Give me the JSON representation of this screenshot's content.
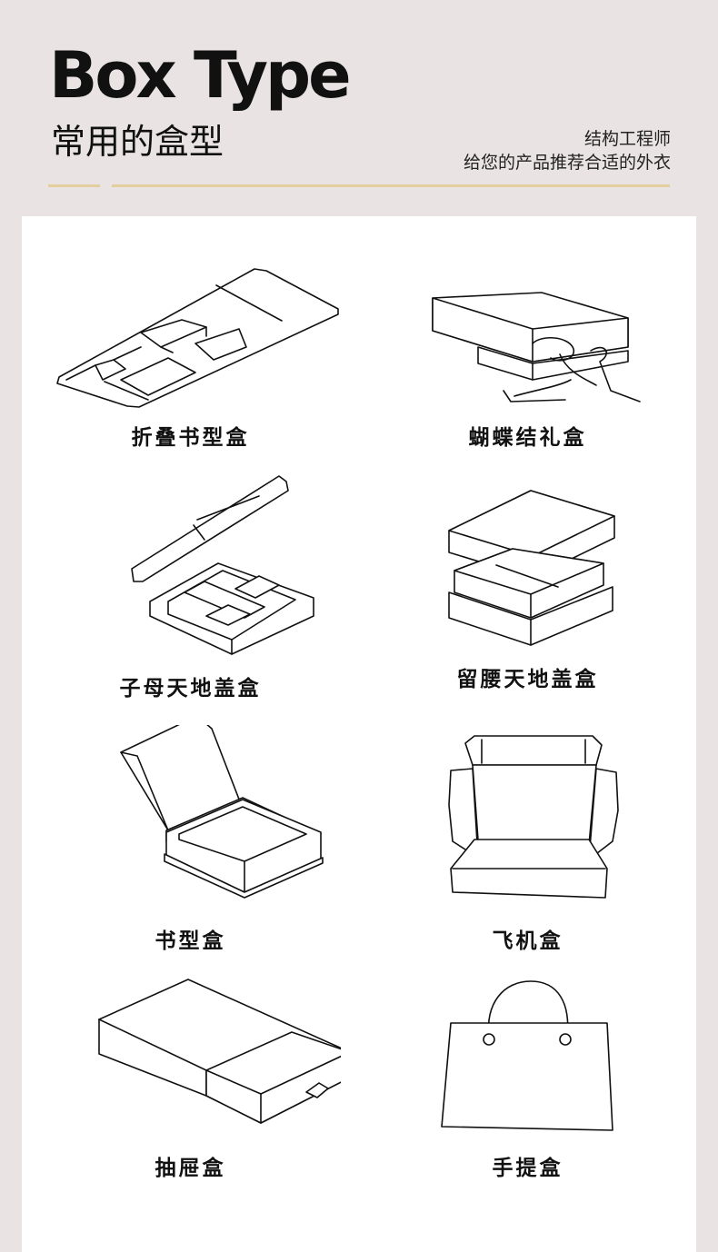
{
  "header": {
    "title": "Box Type",
    "subtitle": "常用的盒型",
    "tagline_line1": "结构工程师",
    "tagline_line2": "给您的产品推荐合适的外衣"
  },
  "boxes": [
    {
      "label": "折叠书型盒",
      "icon": "folding-book-box-icon"
    },
    {
      "label": "蝴蝶结礼盒",
      "icon": "bow-gift-box-icon"
    },
    {
      "label": "子母天地盖盒",
      "icon": "tray-lid-box-icon"
    },
    {
      "label": "留腰天地盖盒",
      "icon": "waist-lid-box-icon"
    },
    {
      "label": "书型盒",
      "icon": "book-box-icon"
    },
    {
      "label": "飞机盒",
      "icon": "mailer-box-icon"
    },
    {
      "label": "抽屉盒",
      "icon": "drawer-box-icon"
    },
    {
      "label": "手提盒",
      "icon": "handbag-box-icon"
    }
  ],
  "colors": {
    "background": "#e9e3e3",
    "accent_rule": "#e3cf9e",
    "panel": "#ffffff",
    "text": "#111111"
  }
}
